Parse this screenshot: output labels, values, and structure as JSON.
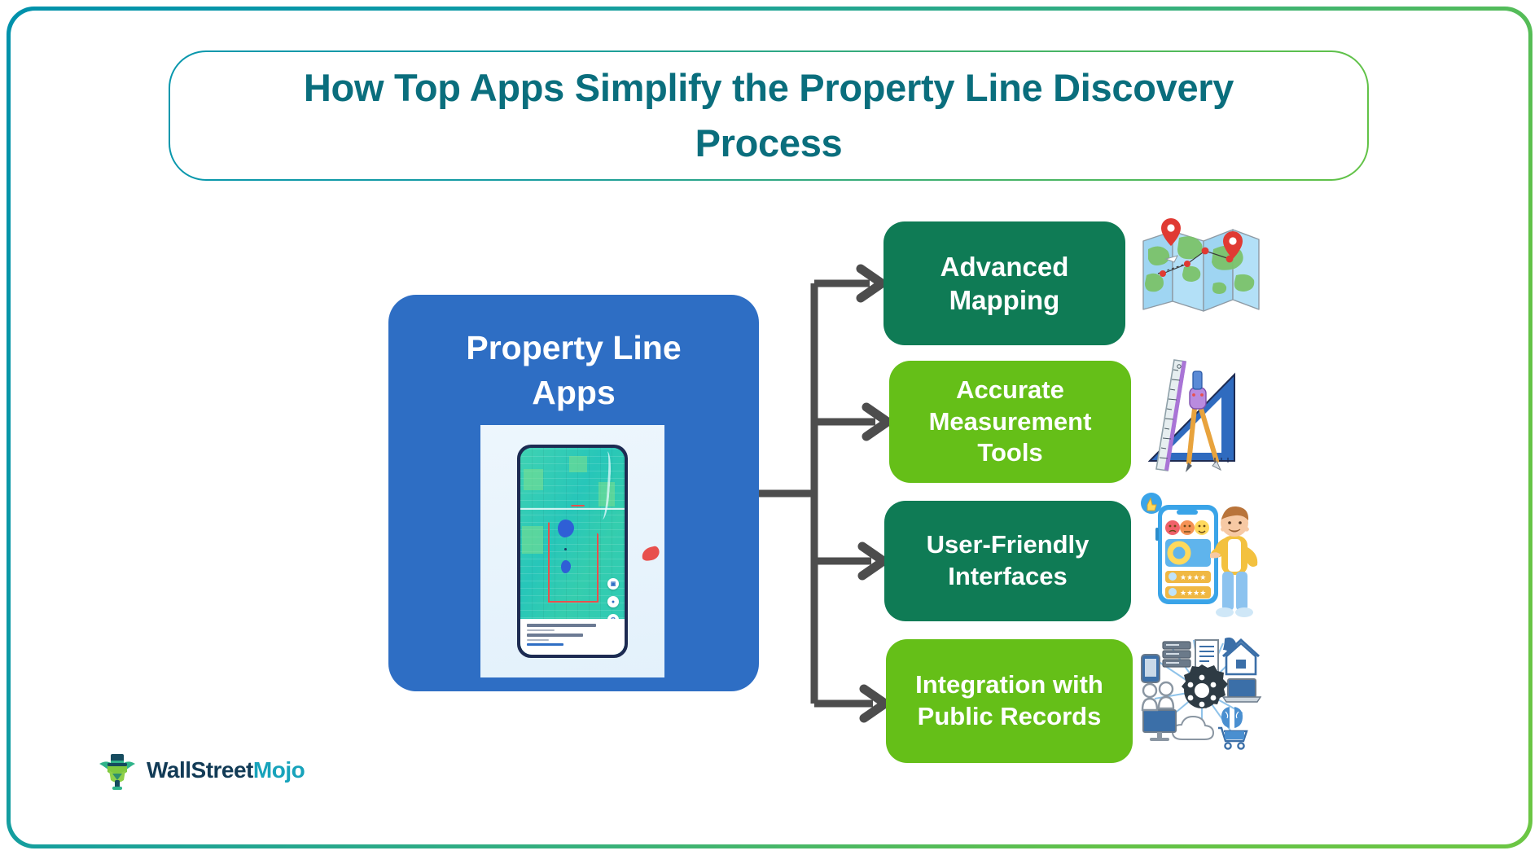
{
  "frame": {
    "border_gradient_start": "#0897ad",
    "border_gradient_end": "#6cc644",
    "background": "#ffffff"
  },
  "header": {
    "title": "How Top Apps Simplify the Property Line Discovery Process",
    "title_color": "#0a6e7d",
    "box_border_gradient_start": "#0897ad",
    "box_border_gradient_end": "#63c346"
  },
  "diagram": {
    "type": "bracket-hierarchy",
    "root": {
      "label": "Property Line Apps",
      "color": "#2e6ec4",
      "text_color": "#ffffff",
      "illustration": "phone-property-map-screenshot"
    },
    "connector": {
      "color": "#4d4d4d",
      "style": "orthogonal-bracket-with-arrowheads",
      "branch_count": 4
    },
    "branches": [
      {
        "label": "Advanced Mapping",
        "color": "#0f7b55",
        "text_color": "#ffffff",
        "icon": "folded-map-with-pins-icon"
      },
      {
        "label": "Accurate Measurement Tools",
        "color": "#65bf18",
        "text_color": "#ffffff",
        "icon": "ruler-compass-set-square-icon"
      },
      {
        "label": "User-Friendly Interfaces",
        "color": "#0f7b55",
        "text_color": "#ffffff",
        "icon": "person-with-phone-ratings-icon"
      },
      {
        "label": "Integration with Public Records",
        "color": "#65bf18",
        "text_color": "#ffffff",
        "icon": "gear-network-integration-icon"
      }
    ]
  },
  "footer": {
    "logo_primary": "WallStreet",
    "logo_secondary": "Mojo",
    "logo_primary_color": "#123b56",
    "logo_secondary_color": "#17a3bb",
    "logo_mark": "wallstreetmojo-bull-mascot-icon"
  }
}
